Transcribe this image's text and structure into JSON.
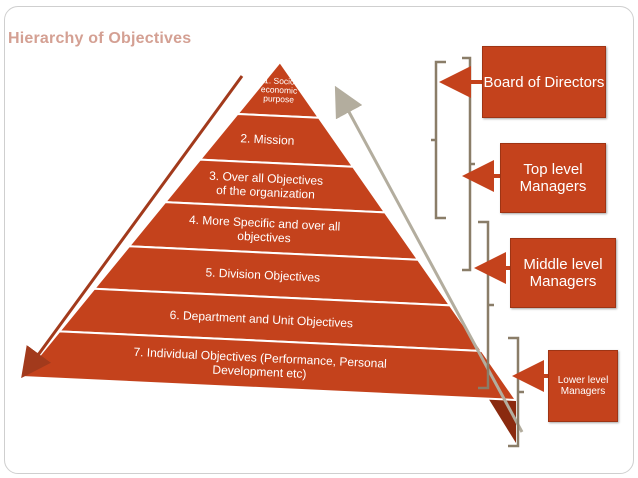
{
  "title": "Hierarchy of Objectives",
  "tiers": [
    {
      "lines": [
        "1. Socio",
        "economic",
        "purpose"
      ]
    },
    {
      "lines": [
        "2. Mission"
      ]
    },
    {
      "lines": [
        "3. Over all Objectives",
        "of the organization"
      ]
    },
    {
      "lines": [
        "4. More Specific and over all",
        "objectives"
      ]
    },
    {
      "lines": [
        "5. Division Objectives"
      ]
    },
    {
      "lines": [
        "6. Department and Unit Objectives"
      ]
    },
    {
      "lines": [
        "7. Individual Objectives    (Performance, Personal",
        "Development etc)"
      ]
    }
  ],
  "managers": [
    {
      "label": "Board of Directors"
    },
    {
      "label": "Top level Managers"
    },
    {
      "label": "Middle level Managers"
    },
    {
      "label": "Lower level Managers"
    }
  ],
  "colors": {
    "pyramid": "#c4421c",
    "pyramid_side": "#8a2a0f",
    "box": "#c4421c",
    "brace": "#8a7d68",
    "down_arrow": "#a23a1c",
    "up_arrow": "#b3ad9e"
  }
}
